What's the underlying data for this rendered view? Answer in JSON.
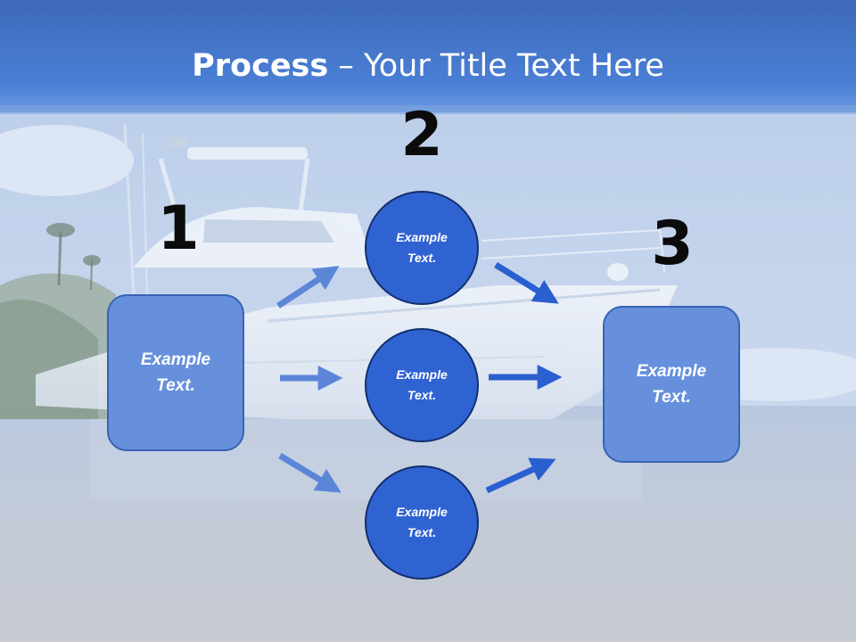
{
  "title": {
    "strong": "Process",
    "rest": " – Your Title Text Here"
  },
  "numbers": {
    "n1": "1",
    "n2": "2",
    "n3": "3"
  },
  "left_box": {
    "text": "Example\nText."
  },
  "right_box": {
    "text": "Example\nText."
  },
  "circles": [
    {
      "text": "Example\nText."
    },
    {
      "text": "Example\nText."
    },
    {
      "text": "Example\nText."
    }
  ],
  "colors": {
    "title_band": "#3f73c9",
    "box_fill": "#6690dc",
    "circle_fill": "#3063d2",
    "arrow_light": "#5b86d8",
    "arrow_dark": "#2a5fcf"
  }
}
